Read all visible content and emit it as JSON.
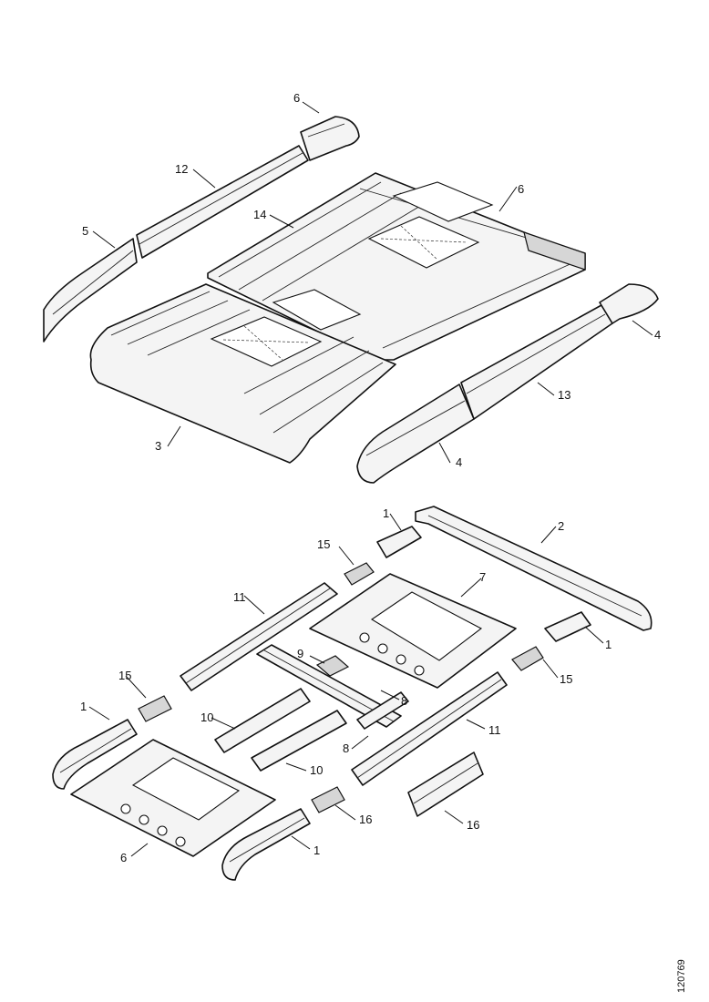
{
  "callouts": [
    "1",
    "2",
    "3",
    "4",
    "5",
    "6",
    "7",
    "8",
    "9",
    "10",
    "11",
    "12",
    "13",
    "14",
    "15",
    "16"
  ],
  "reference_code": "120769"
}
